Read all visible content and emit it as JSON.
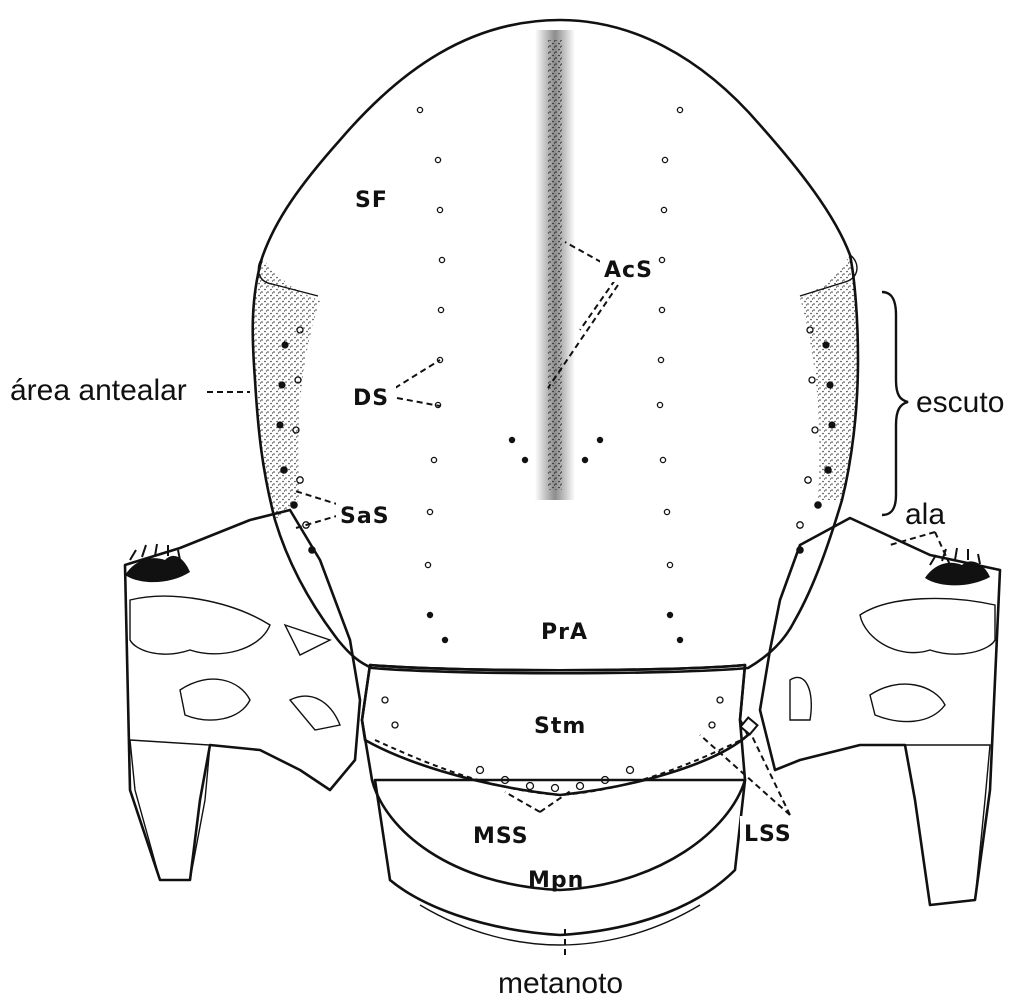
{
  "labels": {
    "external": {
      "area_antealar": "área antealar",
      "escuto": "escuto",
      "ala": "ala",
      "metanoto": "metanoto"
    },
    "structures": {
      "sf": "SF",
      "acs": "AcS",
      "ds": "DS",
      "sas": "SaS",
      "pra": "PrA",
      "stm": "Stm",
      "mss": "MSS",
      "lss": "LSS",
      "mpn": "Mpn"
    }
  }
}
